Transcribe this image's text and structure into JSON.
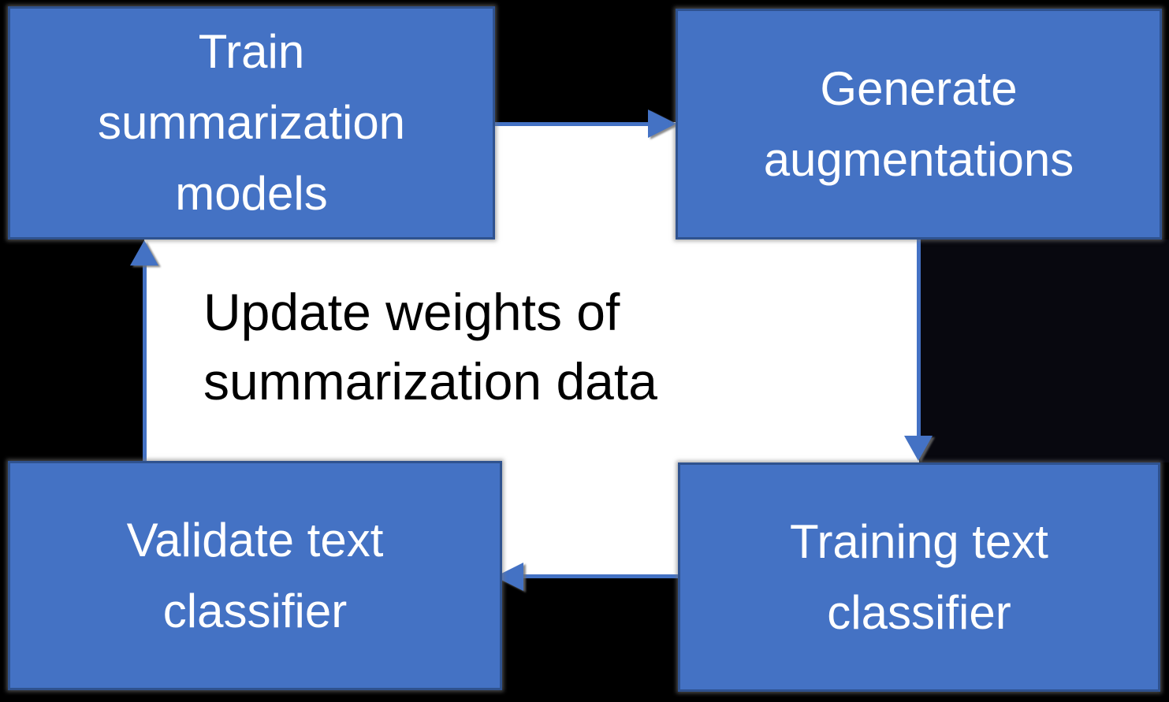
{
  "diagram": {
    "type": "cycle-flowchart",
    "background_color": "#000000",
    "node_fill_color": "#4472C4",
    "node_border_color": "#2F528F",
    "node_text_color": "#FFFFFF",
    "arrow_color": "#4472C4",
    "center_panel_color": "#FFFFFF",
    "center_text_color": "#000000",
    "nodes": [
      {
        "id": "train-summarization-models",
        "position": "top-left",
        "label": "Train summarization models",
        "lines": [
          "Train",
          "summarization",
          "models"
        ]
      },
      {
        "id": "generate-augmentations",
        "position": "top-right",
        "label": "Generate augmentations",
        "lines": [
          "Generate",
          "augmentations"
        ]
      },
      {
        "id": "training-text-classifier",
        "position": "bottom-right",
        "label": "Training text classifier",
        "lines": [
          "Training text",
          "classifier"
        ]
      },
      {
        "id": "validate-text-classifier",
        "position": "bottom-left",
        "label": "Validate text classifier",
        "lines": [
          "Validate text",
          "classifier"
        ]
      }
    ],
    "center_label": {
      "label": "Update weights of summarization data",
      "lines": [
        "Update weights of",
        "summarization data"
      ]
    },
    "arrows": [
      {
        "from": "train-summarization-models",
        "to": "generate-augmentations",
        "direction": "right"
      },
      {
        "from": "generate-augmentations",
        "to": "training-text-classifier",
        "direction": "down"
      },
      {
        "from": "training-text-classifier",
        "to": "validate-text-classifier",
        "direction": "left"
      },
      {
        "from": "validate-text-classifier",
        "to": "train-summarization-models",
        "direction": "up"
      }
    ]
  }
}
